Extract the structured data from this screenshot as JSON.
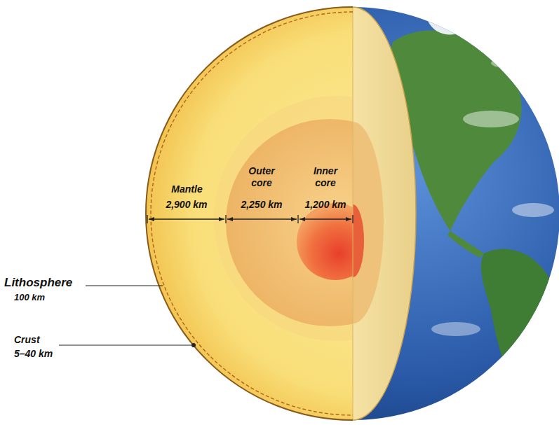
{
  "diagram": {
    "labels": [
      "Mantle",
      "2,900 km",
      "Outer core",
      "2,250 km",
      "Inner core",
      "1,200 km",
      "Lithosphere",
      "100 km",
      "Crust",
      "5–40 km"
    ]
  }
}
